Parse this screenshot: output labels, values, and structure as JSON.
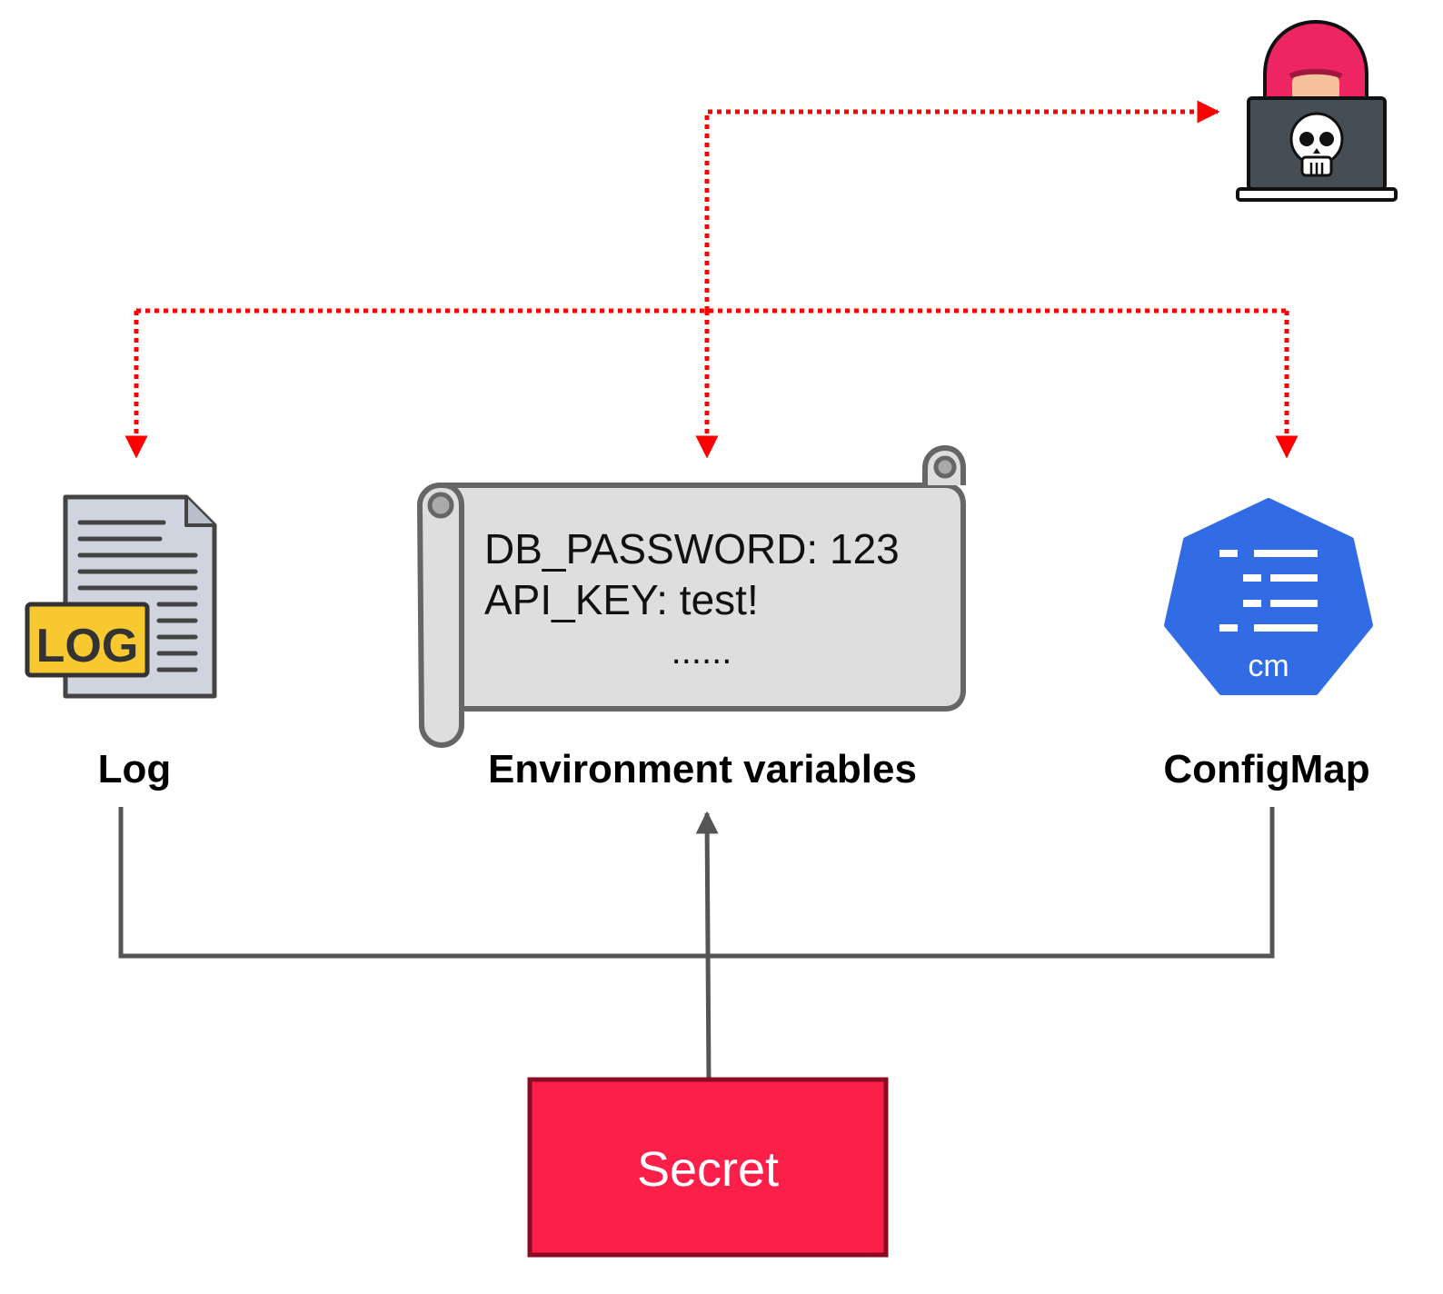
{
  "nodes": {
    "log": {
      "label": "Log",
      "icon_text": "LOG",
      "icon": "log-file-icon"
    },
    "env": {
      "label": "Environment variables",
      "lines": [
        "DB_PASSWORD: 123",
        "API_KEY: test!",
        "......"
      ],
      "icon": "scroll-icon"
    },
    "configmap": {
      "label": "ConfigMap",
      "icon_text": "cm",
      "icon": "kubernetes-configmap-icon"
    },
    "secret": {
      "label": "Secret"
    },
    "attacker": {
      "icon": "hacker-laptop-icon"
    }
  },
  "colors": {
    "secret_fill": "#fc1f4a",
    "secret_border": "#8b0b22",
    "attack_arrows": "#ff0000",
    "flow_lines": "#555555",
    "scroll_fill": "#dedede",
    "scroll_stroke": "#666666",
    "configmap_blue": "#326ce5",
    "log_yellow": "#f7c830",
    "log_paper": "#cfd4de",
    "hacker_hood": "#ee2563",
    "laptop_dark": "#454e54"
  }
}
